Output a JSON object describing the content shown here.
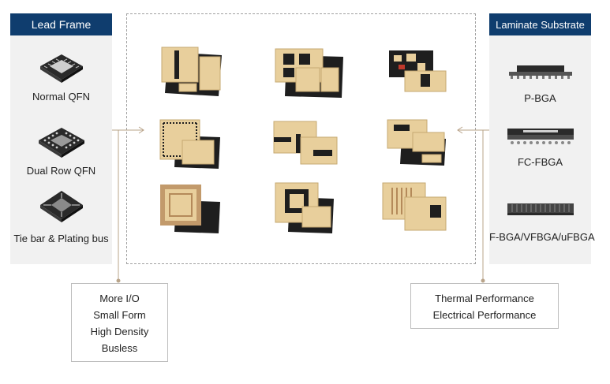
{
  "left_panel": {
    "title": "Lead Frame",
    "items": [
      {
        "label": "Normal QFN",
        "icon": "qfn-chip-icon"
      },
      {
        "label": "Dual Row QFN",
        "icon": "dual-row-qfn-chip-icon"
      },
      {
        "label": "Tie bar & Plating bus",
        "icon": "tie-bar-chip-icon"
      }
    ]
  },
  "right_panel": {
    "title": "Laminate Substrate",
    "items": [
      {
        "label": "P-BGA",
        "icon": "pbga-package-icon"
      },
      {
        "label": "FC-FBGA",
        "icon": "fcfbga-package-icon"
      },
      {
        "label": "F-BGA/VFBGA/uFBGA",
        "icon": "fbga-package-icon"
      }
    ]
  },
  "left_callout": {
    "lines": [
      "More I/O",
      "Small Form",
      "High Density",
      "Busless"
    ]
  },
  "right_callout": {
    "lines": [
      "Thermal Performance",
      "Electrical Performance"
    ]
  },
  "colors": {
    "header_bg": "#0f3d6e",
    "panel_bg": "#f1f1f1",
    "pad_gold": "#e8cf9c",
    "package_dark": "#1e1e1e",
    "connector": "#b9a48a"
  }
}
